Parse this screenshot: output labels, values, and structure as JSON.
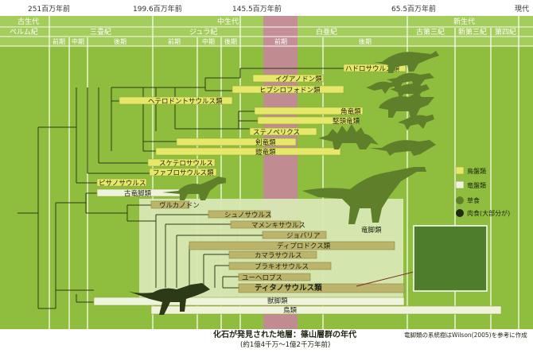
{
  "timeline": {
    "ages": [
      "251百万年前",
      "199.6百万年前",
      "145.5百万年前",
      "65.5百万年前",
      "現代"
    ]
  },
  "eras": {
    "paleozoic": "古生代",
    "mesozoic": "中生代",
    "cenozoic": "新生代"
  },
  "periods": {
    "permian": "ペルム紀",
    "triassic": "三畳紀",
    "jurassic": "ジュラ紀",
    "cretaceous": "白亜紀",
    "paleogene": "古第三紀",
    "neogene": "新第三紀",
    "quaternary": "第四紀"
  },
  "epochs": {
    "tri_early": "前期",
    "tri_mid": "中期",
    "tri_late": "後期",
    "jur_early": "前期",
    "jur_mid": "中期",
    "jur_late": "後期",
    "cre_early": "前期",
    "cre_late": "後期"
  },
  "taxa": {
    "hadrosaur": "ハドロサウルス類",
    "iguanodon": "イグアノドン類",
    "hypsilophodon": "ヒプシロフォドン類",
    "heterodontosaur": "ヘテロドントサウルス類",
    "ceratopsia": "角竜類",
    "pachycephalo": "堅頭竜類",
    "stenopelix": "ステノペリクス",
    "stegosaur": "剣竜類",
    "ankylosaur": "鎧竜類",
    "scelidosaurus": "スケテロサウルス",
    "fabrosaur": "ファブロサウルス類",
    "pisanosaurus": "ピサノサウルス",
    "prosauropod": "古竜脚類",
    "vulcanodon": "ヴルカノドン",
    "shunosaurus": "シュノサウルス",
    "mamenchisaurus": "マメンキサウルス",
    "jobaria": "ジョバリア",
    "diplodocus": "ディプロドクス類",
    "camarasaurus": "カマラサウルス",
    "brachiosaurus": "ブラキオサウルス",
    "euhelopus": "ユーヘロプス",
    "titanosaur": "ティタノサウルス類",
    "theropod": "獣脚類",
    "birds": "鳥類",
    "sauropod_label": "竜脚類"
  },
  "legend": {
    "ornithischia": "鳥盤類",
    "saurischia": "竜盤類",
    "herbivore": "草食",
    "carnivore": "肉食(大部分が)"
  },
  "footer": {
    "title": "化石が発見された地層：篠山層群の年代",
    "subtitle": "(約1億4千万～1億2千万年前)",
    "credit": "竜脚類の系統樹はWilson(2005)を参考に作成"
  },
  "colors": {
    "green": "#8fbe3f",
    "dark_green": "#5f7f2a",
    "pale_green": "#d8e8b4",
    "yellow": "#e6e86a",
    "sauropod_bar": "#bcb46a",
    "pink_band": "#c984a1",
    "inset": "#4e7e2c"
  }
}
